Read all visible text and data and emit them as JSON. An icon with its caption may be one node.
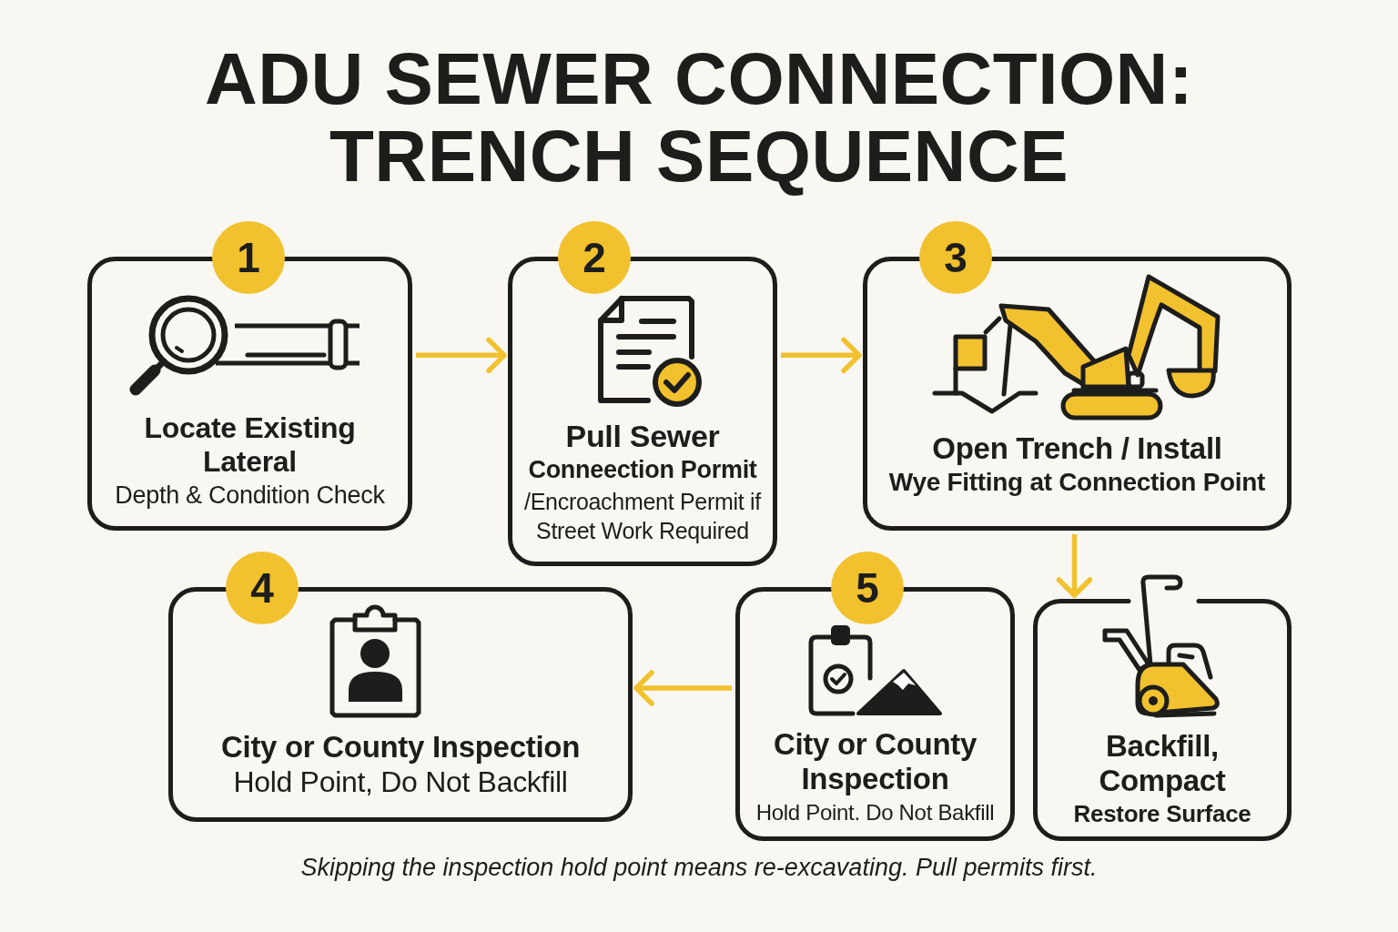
{
  "diagram": {
    "title": "ADU SEWER CONNECTION: TRENCH SEQUENCE",
    "caption": "Skipping the inspection hold point means re-excavating. Pull permits first.",
    "nodes": [
      {
        "text": [
          "1",
          "Locate Existing Lateral",
          "Depth & Condition Check"
        ]
      },
      {
        "text": [
          "2",
          "Pull Sewer",
          "Conneection Pormit",
          "/Encroachment Permit if Street Work Required"
        ]
      },
      {
        "text": [
          "3",
          "Open Trench / Install",
          "Wye Fitting at Connection Point"
        ]
      },
      {
        "text": [
          "4",
          "City or County Inspection",
          "Hold Point, Do Not Backfill"
        ]
      },
      {
        "text": [
          "5",
          "City or County Inspection",
          "Hold Point. Do Not Bakfill"
        ]
      },
      {
        "text": [
          "Backfill, Compact",
          "Restore Surface"
        ]
      }
    ],
    "edges": [
      {
        "from": 0,
        "to": 1,
        "arrow": "to"
      },
      {
        "from": 1,
        "to": 2,
        "arrow": "to"
      },
      {
        "from": 2,
        "to": 5,
        "arrow": "to"
      },
      {
        "from": 4,
        "to": 3,
        "arrow": "to"
      }
    ]
  }
}
